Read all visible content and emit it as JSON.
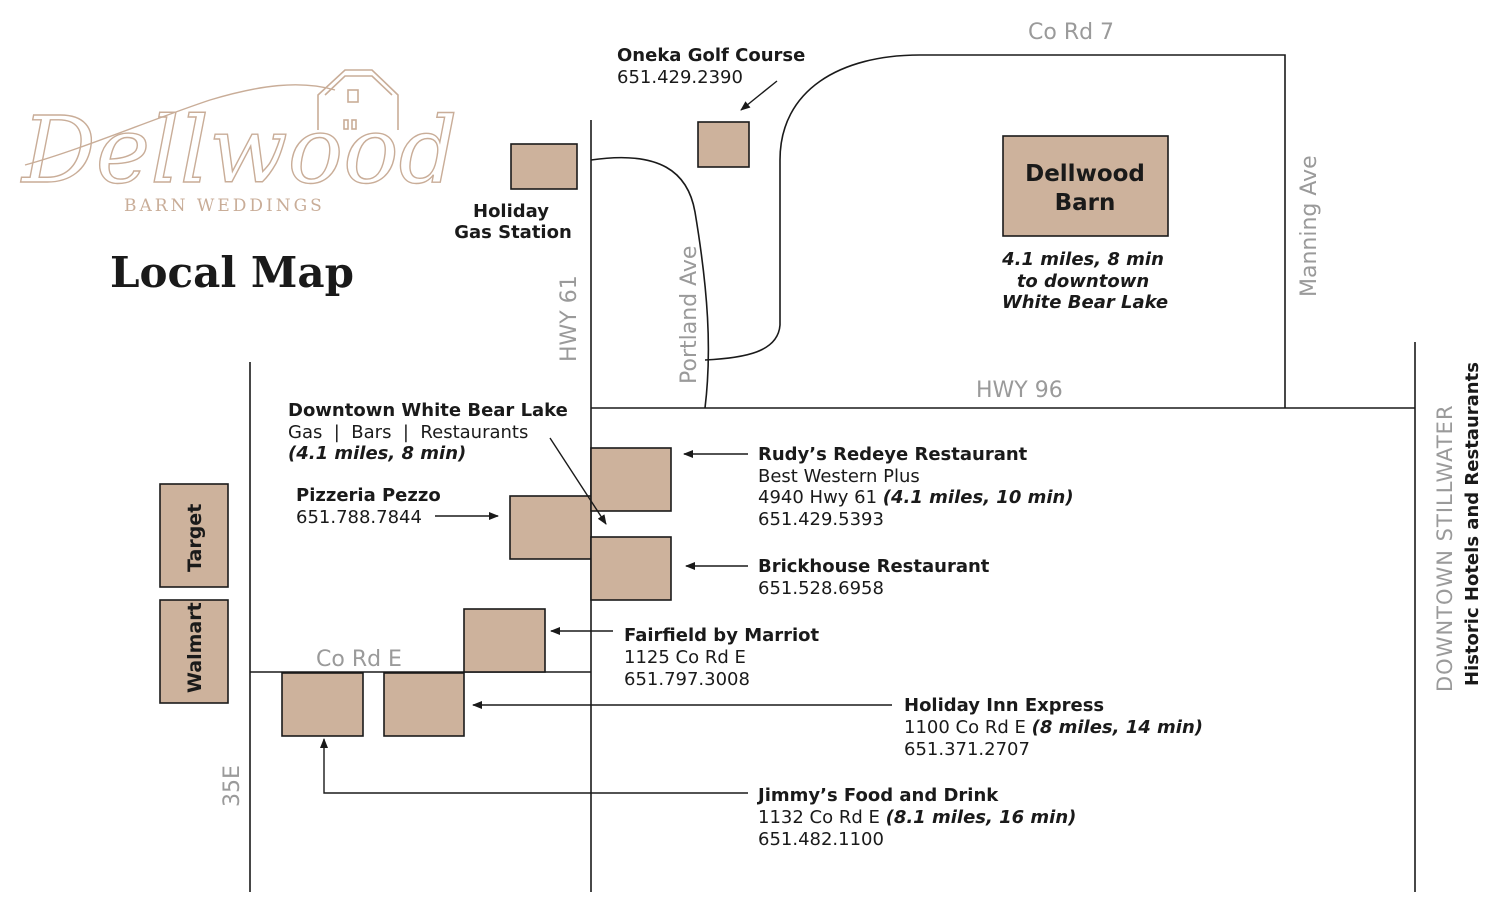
{
  "colors": {
    "building_fill": "#cdb29c",
    "road": "#1a1a1a",
    "road_label": "#9a9a9a",
    "logo": "#c9ad98"
  },
  "logo": {
    "script": "Dellwood",
    "subtitle": "BARN WEDDINGS"
  },
  "title": "Local Map",
  "roads": {
    "co_rd_7": "Co Rd 7",
    "hwy_61": "HWY 61",
    "portland_ave": "Portland Ave",
    "manning_ave": "Manning Ave",
    "hwy_96": "HWY 96",
    "co_rd_e": "Co Rd E",
    "i35e": "35E"
  },
  "stores": {
    "target": "Target",
    "walmart": "Walmart"
  },
  "venue": {
    "name_line1": "Dellwood",
    "name_line2": "Barn",
    "note_line1": "4.1 miles, 8 min",
    "note_line2": "to downtown",
    "note_line3": "White Bear Lake"
  },
  "places": {
    "oneka": {
      "name": "Oneka Golf Course",
      "phone": "651.429.2390"
    },
    "holiday_gas": {
      "name_line1": "Holiday",
      "name_line2": "Gas Station"
    },
    "downtown_wbl": {
      "name": "Downtown White Bear Lake",
      "desc": "Gas  |  Bars  |  Restaurants",
      "distance": "(4.1 miles, 8 min)"
    },
    "pizzeria": {
      "name": "Pizzeria Pezzo",
      "phone": "651.788.7844"
    },
    "rudys": {
      "name": "Rudy’s Redeye Restaurant",
      "line2": "Best Western Plus",
      "address": "4940 Hwy 61 ",
      "distance": "(4.1 miles, 10 min)",
      "phone": "651.429.5393"
    },
    "brickhouse": {
      "name": "Brickhouse Restaurant",
      "phone": "651.528.6958"
    },
    "fairfield": {
      "name": "Fairfield by Marriot",
      "address": "1125 Co Rd E",
      "phone": "651.797.3008"
    },
    "holiday_inn": {
      "name": "Holiday Inn Express",
      "address": "1100 Co Rd E ",
      "distance": "(8 miles, 14 min)",
      "phone": "651.371.2707"
    },
    "jimmys": {
      "name": "Jimmy’s Food and Drink",
      "address": "1132 Co Rd E ",
      "distance": "(8.1 miles, 16 min)",
      "phone": "651.482.1100"
    }
  },
  "stillwater": {
    "line1": "DOWNTOWN STILLWATER",
    "line2": "Historic Hotels and Restaurants"
  }
}
